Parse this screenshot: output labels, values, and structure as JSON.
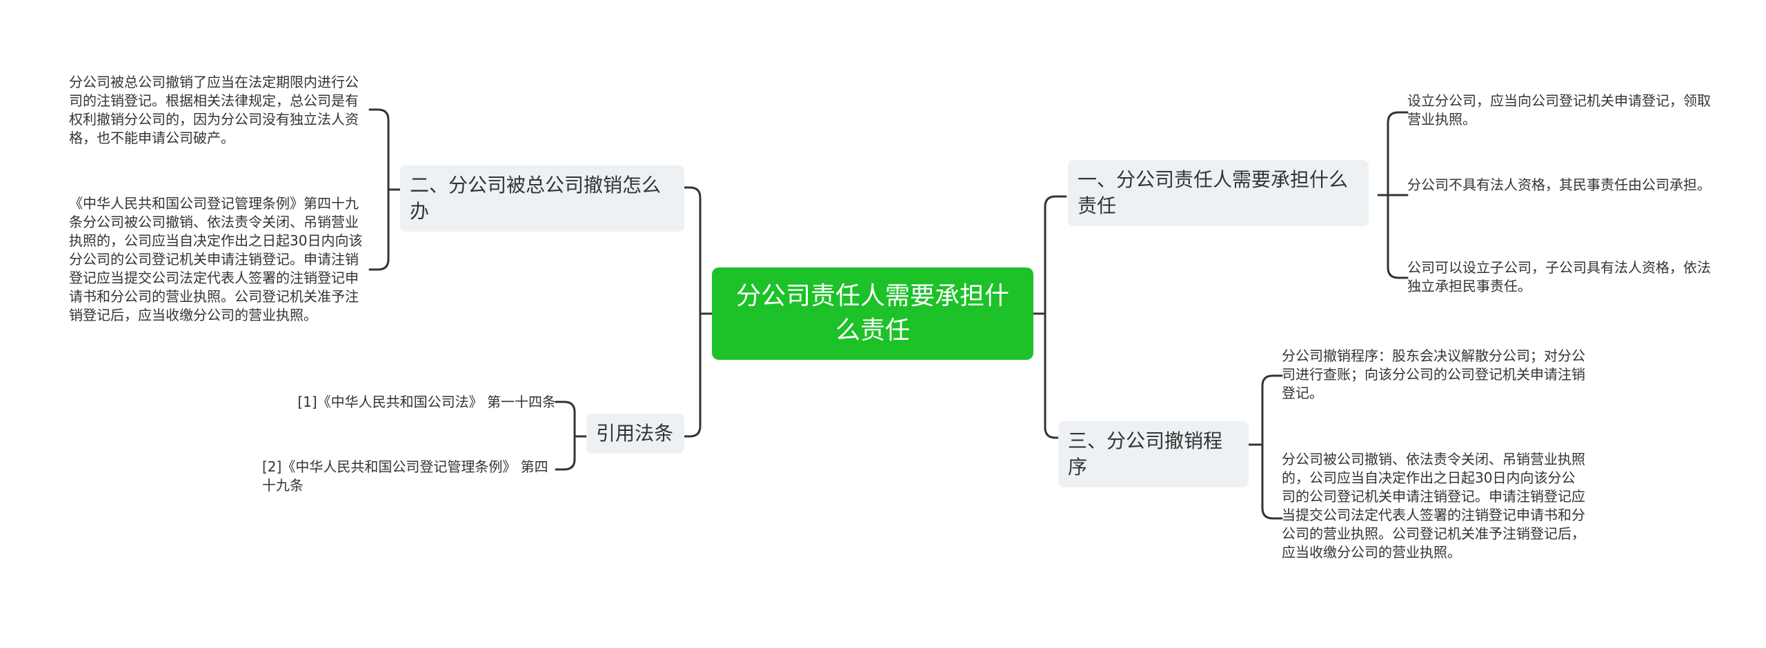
{
  "mindmap": {
    "root": "分公司责任人需要承担什么责任",
    "branches": {
      "b1": {
        "label": "一、分公司责任人需要承担什么责任",
        "leaves": [
          "设立分公司，应当向公司登记机关申请登记，领取营业执照。",
          "分公司不具有法人资格，其民事责任由公司承担。",
          "公司可以设立子公司，子公司具有法人资格，依法独立承担民事责任。"
        ]
      },
      "b2": {
        "label": "二、分公司被总公司撤销怎么办",
        "leaves": [
          "分公司被总公司撤销了应当在法定期限内进行公司的注销登记。根据相关法律规定，总公司是有权利撤销分公司的，因为分公司没有独立法人资格，也不能申请公司破产。",
          "《中华人民共和国公司登记管理条例》第四十九条分公司被公司撤销、依法责令关闭、吊销营业执照的，公司应当自决定作出之日起30日内向该分公司的公司登记机关申请注销登记。申请注销登记应当提交公司法定代表人签署的注销登记申请书和分公司的营业执照。公司登记机关准予注销登记后，应当收缴分公司的营业执照。"
        ]
      },
      "b3": {
        "label": "三、分公司撤销程序",
        "leaves": [
          "分公司撤销程序：股东会决议解散分公司；对分公司进行查账；向该分公司的公司登记机关申请注销登记。",
          "分公司被公司撤销、依法责令关闭、吊销营业执照的，公司应当自决定作出之日起30日内向该分公司的公司登记机关申请注销登记。申请注销登记应当提交公司法定代表人签署的注销登记申请书和分公司的营业执照。公司登记机关准予注销登记后，应当收缴分公司的营业执照。"
        ]
      },
      "b4": {
        "label": "引用法条",
        "leaves": [
          "[1]《中华人民共和国公司法》 第一十四条",
          "[2]《中华人民共和国公司登记管理条例》 第四十九条"
        ]
      }
    }
  },
  "colors": {
    "root": "#1dc128",
    "branch": "#eef1f4",
    "line": "#333333"
  }
}
